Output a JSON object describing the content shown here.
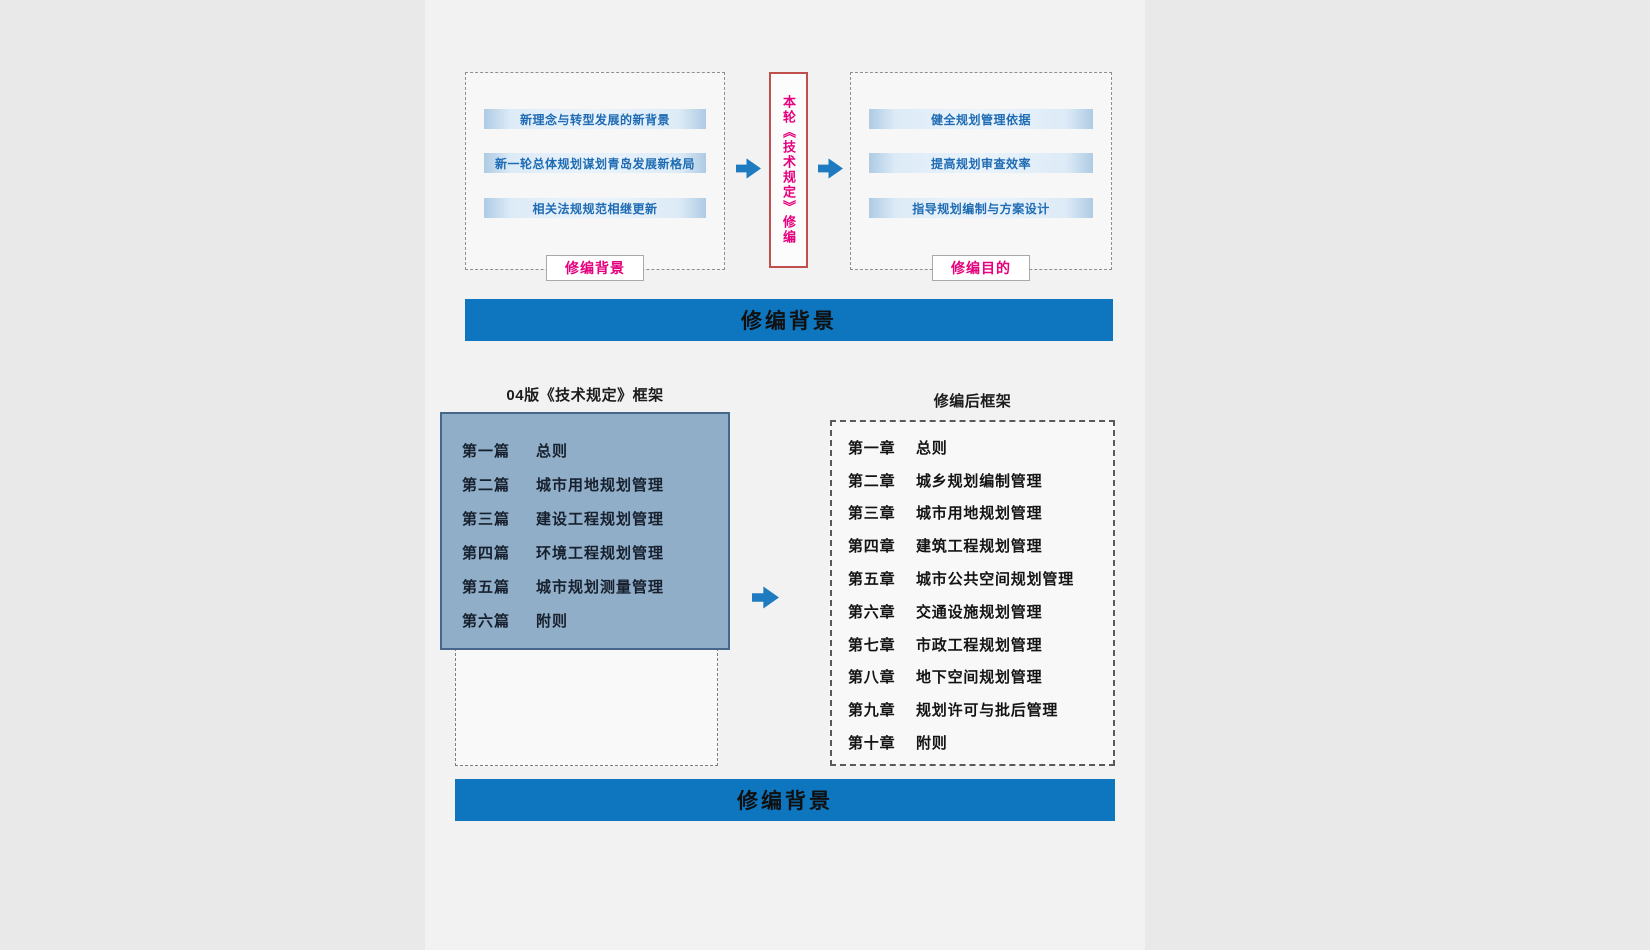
{
  "top": {
    "background_box": {
      "items": [
        "新理念与转型发展的新背景",
        "新一轮总体规划谋划青岛发展新格局",
        "相关法规规范相继更新"
      ],
      "label": "修编背景"
    },
    "center": {
      "text": "本轮《技术规定》修编"
    },
    "purpose_box": {
      "items": [
        "健全规划管理依据",
        "提高规划审查效率",
        "指导规划编制与方案设计"
      ],
      "label": "修编目的"
    },
    "banner": "修编背景"
  },
  "bottom": {
    "old_framework": {
      "title": "04版《技术规定》框架",
      "items": [
        {
          "num": "第一篇",
          "text": "总则"
        },
        {
          "num": "第二篇",
          "text": "城市用地规划管理"
        },
        {
          "num": "第三篇",
          "text": "建设工程规划管理"
        },
        {
          "num": "第四篇",
          "text": "环境工程规划管理"
        },
        {
          "num": "第五篇",
          "text": "城市规划测量管理"
        },
        {
          "num": "第六篇",
          "text": "附则"
        }
      ]
    },
    "new_framework": {
      "title": "修编后框架",
      "items": [
        {
          "num": "第一章",
          "text": "总则"
        },
        {
          "num": "第二章",
          "text": "城乡规划编制管理"
        },
        {
          "num": "第三章",
          "text": "城市用地规划管理"
        },
        {
          "num": "第四章",
          "text": "建筑工程规划管理"
        },
        {
          "num": "第五章",
          "text": "城市公共空间规划管理"
        },
        {
          "num": "第六章",
          "text": "交通设施规划管理"
        },
        {
          "num": "第七章",
          "text": "市政工程规划管理"
        },
        {
          "num": "第八章",
          "text": "地下空间规划管理"
        },
        {
          "num": "第九章",
          "text": "规划许可与批后管理"
        },
        {
          "num": "第十章",
          "text": "附则"
        }
      ]
    },
    "banner": "修编背景"
  },
  "colors": {
    "banner_blue": "#0e76bf",
    "accent_pink": "#e5007d",
    "bar_text_blue": "#1f6cb4",
    "old_box_fill": "#90aec7",
    "center_box_border": "#c0504d",
    "arrow_blue": "#1e7bc0"
  }
}
